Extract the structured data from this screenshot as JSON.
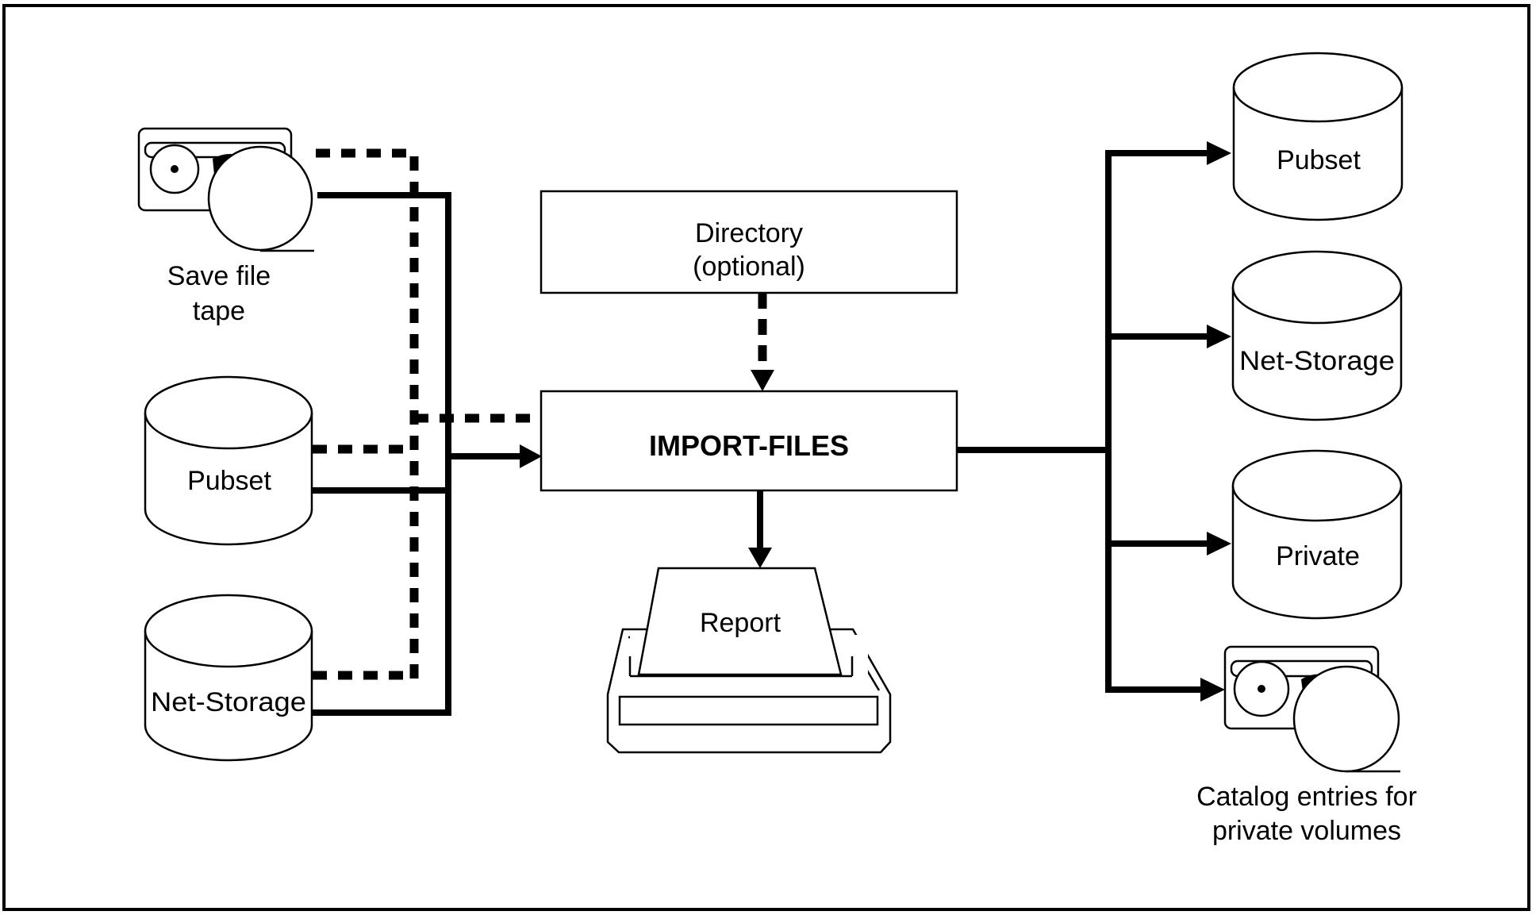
{
  "diagram": {
    "center": {
      "directory_line1": "Directory",
      "directory_line2": "(optional)",
      "process": "IMPORT-FILES",
      "report": "Report"
    },
    "inputs": [
      {
        "id": "save-file-tape",
        "icon": "tape-icon",
        "label_line1": "Save file",
        "label_line2": "tape"
      },
      {
        "id": "input-pubset",
        "icon": "disk-cylinder-icon",
        "label": "Pubset"
      },
      {
        "id": "input-net-storage",
        "icon": "disk-cylinder-icon",
        "label": "Net-Storage"
      }
    ],
    "outputs": [
      {
        "id": "output-pubset",
        "icon": "disk-cylinder-icon",
        "label": "Pubset"
      },
      {
        "id": "output-net-storage",
        "icon": "disk-cylinder-icon",
        "label": "Net-Storage"
      },
      {
        "id": "output-private",
        "icon": "disk-cylinder-icon",
        "label": "Private"
      },
      {
        "id": "output-catalog-tape",
        "icon": "tape-icon",
        "label_line1": "Catalog entries for",
        "label_line2": "private volumes"
      }
    ],
    "connections": [
      {
        "from": "Save file tape",
        "to": "IMPORT-FILES",
        "style": "solid"
      },
      {
        "from": "Pubset",
        "to": "IMPORT-FILES",
        "style": "solid"
      },
      {
        "from": "Net-Storage",
        "to": "IMPORT-FILES",
        "style": "solid"
      },
      {
        "from": "Save file tape",
        "to": "IMPORT-FILES",
        "style": "dashed"
      },
      {
        "from": "Pubset",
        "to": "IMPORT-FILES",
        "style": "dashed"
      },
      {
        "from": "Net-Storage",
        "to": "IMPORT-FILES",
        "style": "dashed"
      },
      {
        "from": "Directory (optional)",
        "to": "IMPORT-FILES",
        "style": "dashed"
      },
      {
        "from": "IMPORT-FILES",
        "to": "Report",
        "style": "solid"
      },
      {
        "from": "IMPORT-FILES",
        "to": "Pubset",
        "style": "solid"
      },
      {
        "from": "IMPORT-FILES",
        "to": "Net-Storage",
        "style": "solid"
      },
      {
        "from": "IMPORT-FILES",
        "to": "Private",
        "style": "solid"
      },
      {
        "from": "IMPORT-FILES",
        "to": "Catalog entries for private volumes",
        "style": "solid"
      }
    ]
  }
}
